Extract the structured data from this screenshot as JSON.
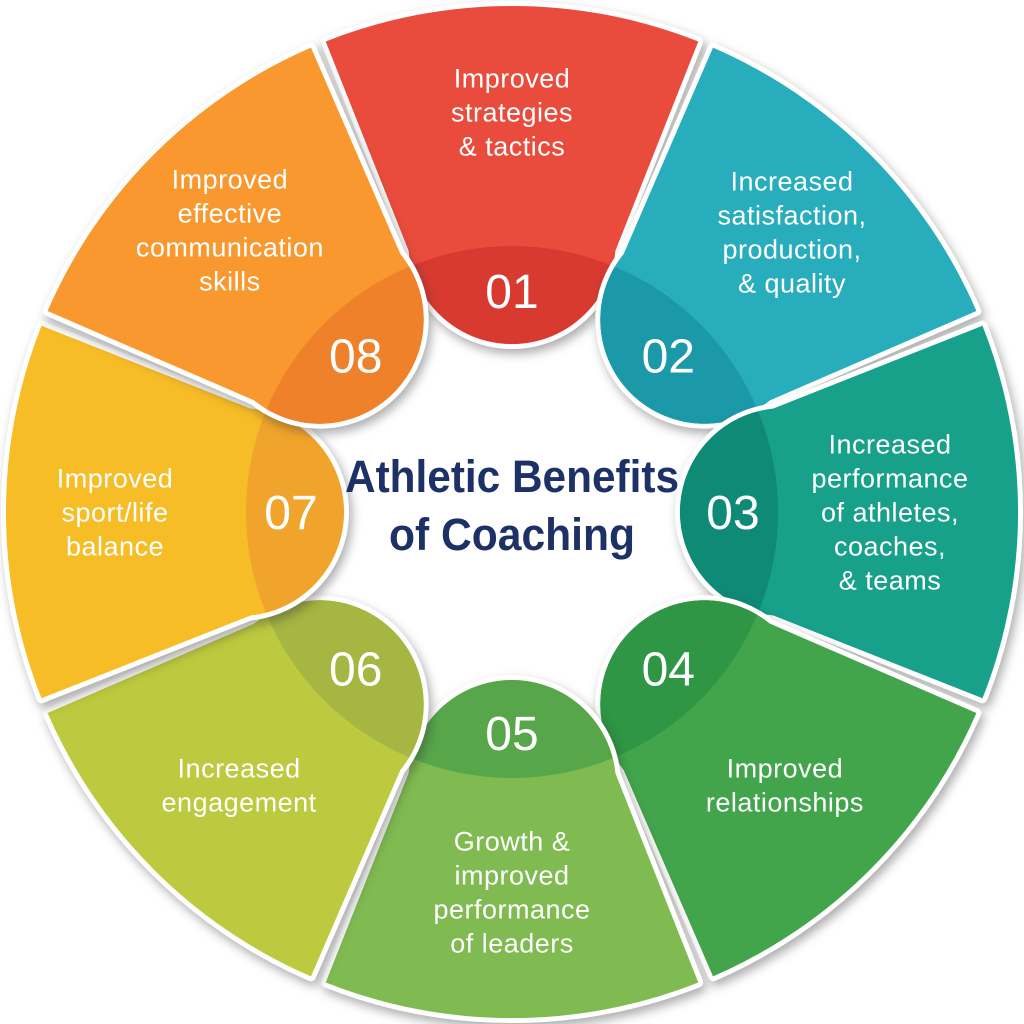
{
  "title": {
    "line1": "Athletic Benefits",
    "line2": "of Coaching",
    "color": "#1E3167"
  },
  "text_color": "#FFFFFF",
  "background_color": "#FFFFFF",
  "segments": [
    {
      "number": "01",
      "label_lines": [
        "Improved",
        "strategies",
        "& tactics"
      ],
      "color": "#E94C3D",
      "inner_color": "#D93A30"
    },
    {
      "number": "02",
      "label_lines": [
        "Increased",
        "satisfaction,",
        "production,",
        "& quality"
      ],
      "color": "#28ADBC",
      "inner_color": "#1C99A9"
    },
    {
      "number": "03",
      "label_lines": [
        "Increased",
        "performance",
        "of athletes,",
        "coaches,",
        "& teams"
      ],
      "color": "#17A08A",
      "inner_color": "#0E8A76"
    },
    {
      "number": "04",
      "label_lines": [
        "Improved",
        "relationships"
      ],
      "color": "#42A54C",
      "inner_color": "#2E9645"
    },
    {
      "number": "05",
      "label_lines": [
        "Growth &",
        "improved",
        "performance",
        "of leaders"
      ],
      "color": "#7FBB51",
      "inner_color": "#57A74A"
    },
    {
      "number": "06",
      "label_lines": [
        "Increased",
        "engagement"
      ],
      "color": "#BDC93F",
      "inner_color": "#A5B642"
    },
    {
      "number": "07",
      "label_lines": [
        "Improved",
        "sport/life",
        "balance"
      ],
      "color": "#F7BD27",
      "inner_color": "#F1A42C"
    },
    {
      "number": "08",
      "label_lines": [
        "Improved",
        "effective",
        "communication",
        "skills"
      ],
      "color": "#F8982F",
      "inner_color": "#EE8129"
    }
  ]
}
